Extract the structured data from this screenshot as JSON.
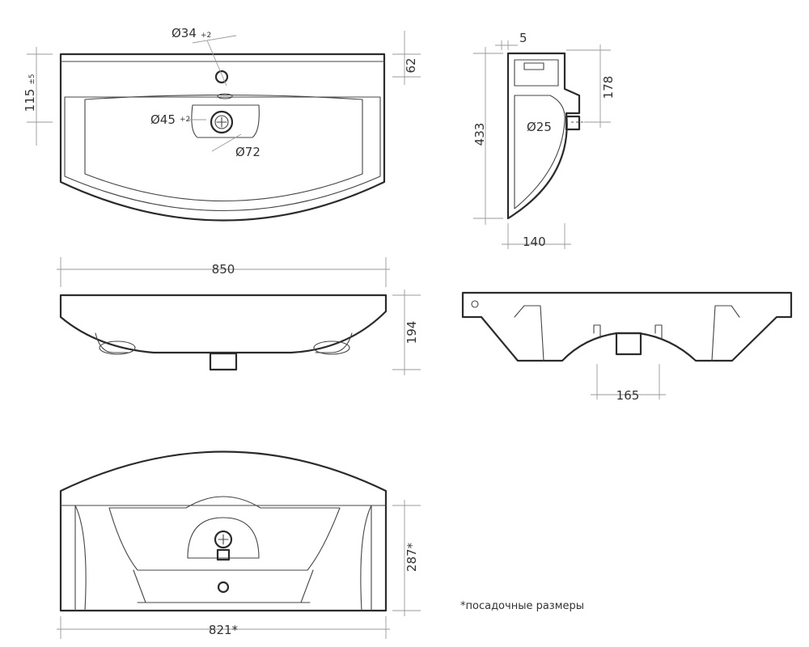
{
  "dimensions": {
    "hole_tap_diameter": "Ø34",
    "hole_tap_tolerance": "+2",
    "drain_diameter": "Ø45",
    "drain_tolerance": "+2",
    "drain_bowl_diameter": "Ø72",
    "top_offset_62": "62",
    "left_height_115": "115",
    "left_tolerance": "±5",
    "width_850": "850",
    "height_194": "194",
    "lip_5": "5",
    "side_178": "178",
    "side_433": "433",
    "side_overflow_25": "Ø25",
    "side_140": "140",
    "back_165": "165",
    "bottom_287": "287*",
    "bottom_821": "821*"
  },
  "note": "*посадочные размеры"
}
